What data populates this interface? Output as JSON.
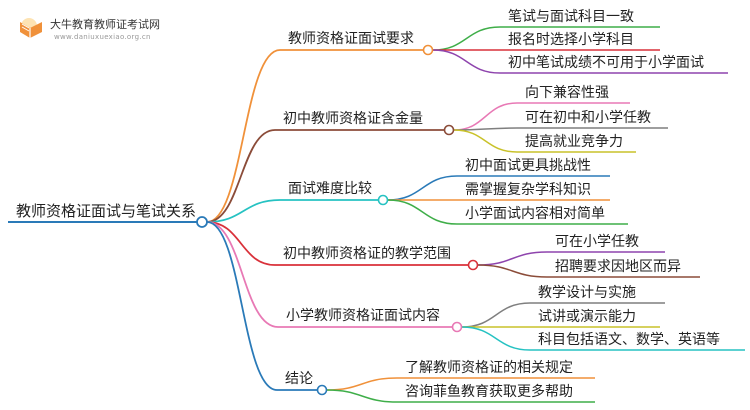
{
  "logo": {
    "brand": "大牛教育教师证考试网",
    "url": "www.daniuxuexiao.org.cn"
  },
  "mindmap": {
    "root": "教师资格证面试与笔试关系",
    "branches": [
      {
        "label": "教师资格证面试要求",
        "color": "#f0913a",
        "children": [
          {
            "label": "笔试与面试科目一致",
            "color": "#3fae49"
          },
          {
            "label": "报名时选择小学科目",
            "color": "#d9313a"
          },
          {
            "label": "初中笔试成绩不可用于小学面试",
            "color": "#8e44ad"
          }
        ]
      },
      {
        "label": "初中教师资格证含金量",
        "color": "#8b4c39",
        "children": [
          {
            "label": "向下兼容性强",
            "color": "#e879b5"
          },
          {
            "label": "可在初中和小学任教",
            "color": "#7f7f7f"
          },
          {
            "label": "提高就业竞争力",
            "color": "#c9c22a"
          }
        ]
      },
      {
        "label": "面试难度比较",
        "color": "#26c2c2",
        "children": [
          {
            "label": "初中面试更具挑战性",
            "color": "#2a7ab8"
          },
          {
            "label": "需掌握复杂学科知识",
            "color": "#f0913a"
          },
          {
            "label": "小学面试内容相对简单",
            "color": "#3fae49"
          }
        ]
      },
      {
        "label": "初中教师资格证的教学范围",
        "color": "#d9313a",
        "children": [
          {
            "label": "可在小学任教",
            "color": "#8e44ad"
          },
          {
            "label": "招聘要求因地区而异",
            "color": "#8b4c39"
          }
        ]
      },
      {
        "label": "小学教师资格证面试内容",
        "color": "#e879b5",
        "children": [
          {
            "label": "教学设计与实施",
            "color": "#7f7f7f"
          },
          {
            "label": "试讲或演示能力",
            "color": "#c9c22a"
          },
          {
            "label": "科目包括语文、数学、英语等",
            "color": "#26c2c2"
          }
        ]
      },
      {
        "label": "结论",
        "color": "#2a7ab8",
        "children": [
          {
            "label": "了解教师资格证的相关规定",
            "color": "#f0913a"
          },
          {
            "label": "咨询菲鱼教育获取更多帮助",
            "color": "#3fae49"
          }
        ]
      }
    ]
  }
}
